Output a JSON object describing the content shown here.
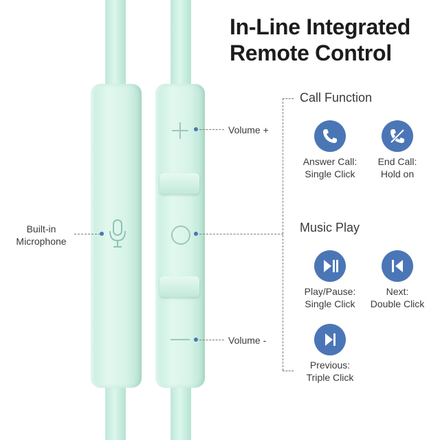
{
  "title": {
    "line1": "In-Line Integrated",
    "line2": "Remote Control"
  },
  "left_label": {
    "line1": "Built-in",
    "line2": "Microphone"
  },
  "volume_up": "Volume +",
  "volume_down": "Volume -",
  "call_section": {
    "heading": "Call Function",
    "items": [
      {
        "icon": "phone-answer-icon",
        "line1": "Answer Call:",
        "line2": "Single Click"
      },
      {
        "icon": "phone-end-icon",
        "line1": "End Call:",
        "line2": "Hold on"
      }
    ]
  },
  "music_section": {
    "heading": "Music Play",
    "items": [
      {
        "icon": "play-pause-icon",
        "line1": "Play/Pause:",
        "line2": "Single Click"
      },
      {
        "icon": "skip-back-icon",
        "line1": "Next:",
        "line2": "Double Click"
      },
      {
        "icon": "skip-forward-icon",
        "line1": "Previous:",
        "line2": "Triple Click"
      }
    ]
  },
  "colors": {
    "accent": "#4b76b6",
    "device": "#d6f3e8",
    "text": "#3a3a3a",
    "title": "#1c1c1c"
  }
}
